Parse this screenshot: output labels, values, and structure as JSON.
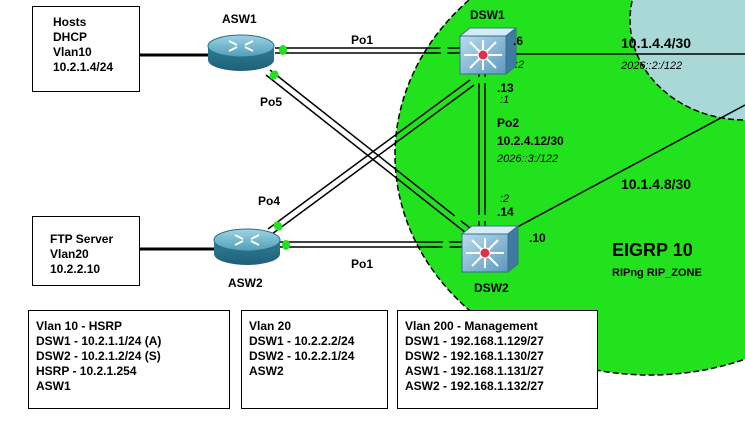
{
  "zones": {
    "eigrp_title": "EIGRP 10",
    "eigrp_subtitle": "RIPng RIP_ZONE"
  },
  "devices": {
    "asw1": "ASW1",
    "asw2": "ASW2",
    "dsw1": "DSW1",
    "dsw2": "DSW2"
  },
  "links": {
    "po1_top": "Po1",
    "po1_bottom": "Po1",
    "po5": "Po5",
    "po4": "Po4",
    "po2": "Po2",
    "po2_net": "10.2.4.12/30",
    "po2_v6": "2026::3:/122",
    "dsw1_po2_v4": ".13",
    "dsw1_po2_v6": ":1",
    "dsw2_po2_v6": ":2",
    "dsw2_po2_v4": ".14",
    "dsw1_up_v4": ".6",
    "dsw1_up_v6": ":2",
    "uplink1_net": "10.1.4.4/30",
    "uplink1_v6": "2026::2:/122",
    "uplink2_net": "10.1.4.8/30",
    "dsw2_up_v4": ".10"
  },
  "hosts_box": [
    "Hosts",
    "DHCP",
    "Vlan10",
    "10.2.1.4/24"
  ],
  "ftp_box": [
    "FTP Server",
    "Vlan20",
    "10.2.2.10"
  ],
  "info_boxes": {
    "vlan10": [
      "Vlan 10  - HSRP",
      "DSW1 - 10.2.1.1/24 (A)",
      "DSW2 - 10.2.1.2/24 (S)",
      "HSRP - 10.2.1.254",
      "ASW1"
    ],
    "vlan20": [
      "Vlan 20",
      "DSW1 - 10.2.2.2/24",
      "DSW2 - 10.2.2.1/24",
      "ASW2"
    ],
    "vlan200": [
      "Vlan 200 - Management",
      "DSW1 - 192.168.1.129/27",
      "DSW2 - 192.168.1.130/27",
      "ASW1 - 192.168.1.131/27",
      "ASW2 - 192.168.1.132/27"
    ]
  },
  "colors": {
    "eigrp_zone": "#22e21e",
    "rip_zone": "#a9d9d7",
    "link_dot": "#22e21e",
    "router_body": "#3a8fa8",
    "switch_body": "#6fa8c8",
    "switch_center": "#e0304a"
  }
}
